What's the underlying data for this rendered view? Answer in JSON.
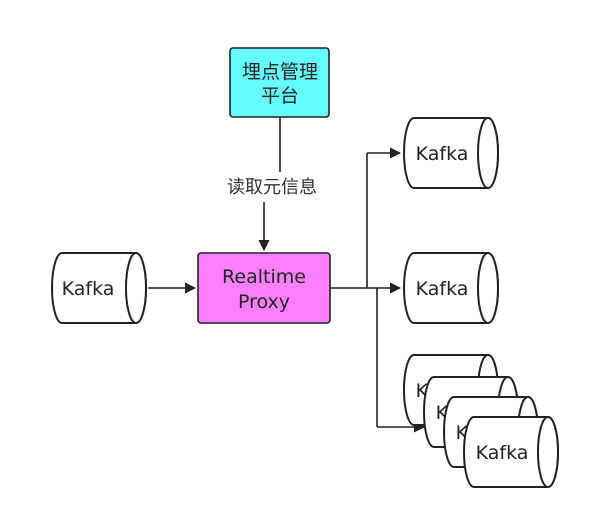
{
  "nodes": {
    "platform": {
      "label_line1": "埋点管理",
      "label_line2": "平台",
      "color": "#66FFFF"
    },
    "proxy": {
      "label_line1": "Realtime",
      "label_line2": "Proxy",
      "color": "#FF80FF"
    },
    "kafka_in": {
      "label": "Kafka"
    },
    "kafka_out_1": {
      "label": "Kafka"
    },
    "kafka_out_2": {
      "label": "Kafka"
    },
    "kafka_stack": [
      {
        "label": "Kafka"
      },
      {
        "label": "Kafka"
      },
      {
        "label": "Kafka"
      },
      {
        "label": "Kafka"
      }
    ]
  },
  "edges": {
    "platform_to_proxy_label": "读取元信息"
  }
}
